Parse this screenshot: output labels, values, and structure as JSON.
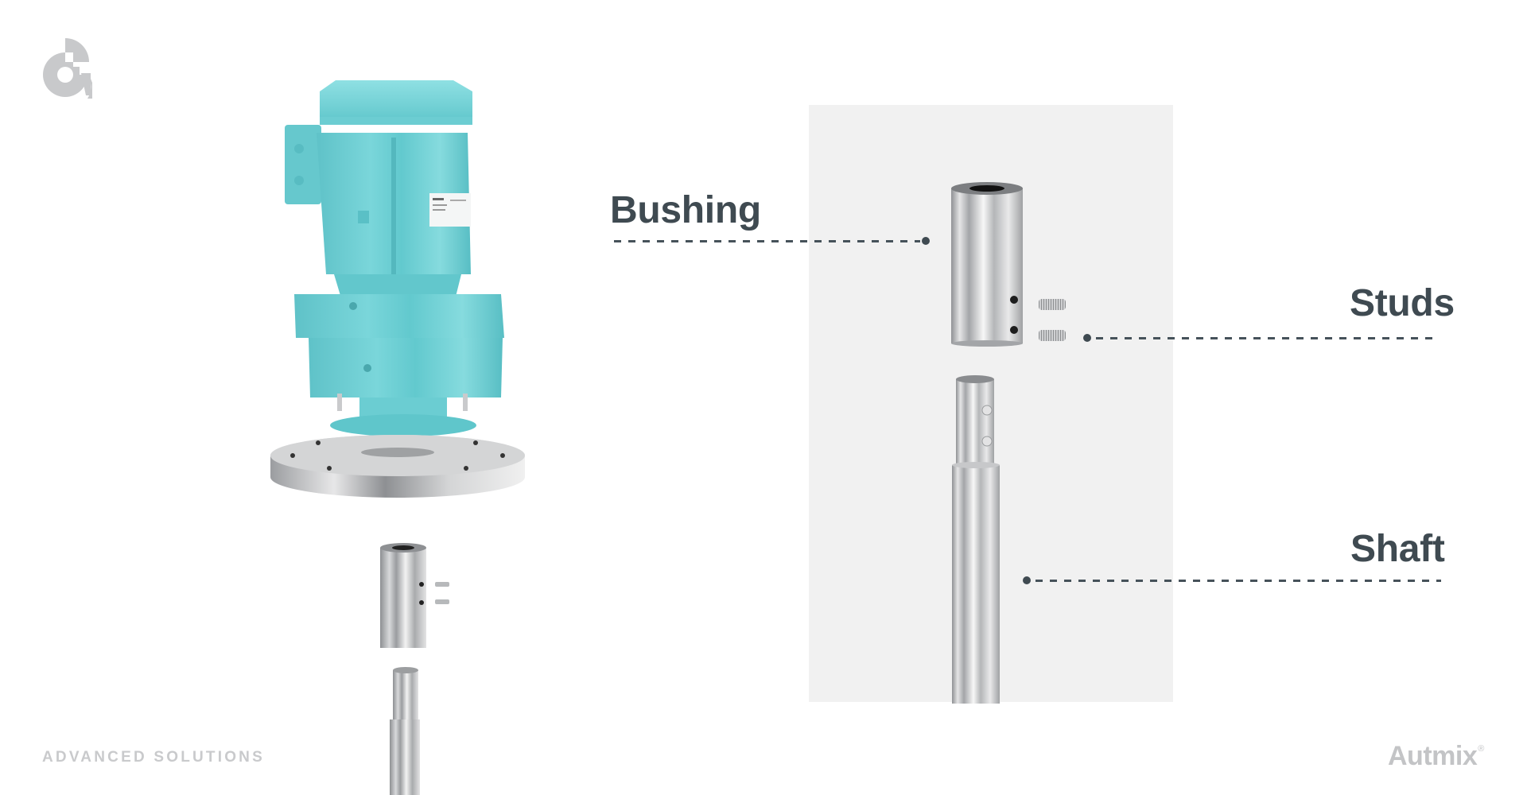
{
  "slide": {
    "tagline": "ADVANCED SOLUTIONS",
    "brand": {
      "name": "Autmix",
      "registered_mark": "®"
    },
    "logo": "autmix-logo-icon"
  },
  "diagram": {
    "subject": "agitator drive exploded view",
    "callouts": [
      {
        "id": "bushing",
        "label": "Bushing",
        "side": "left"
      },
      {
        "id": "studs",
        "label": "Studs",
        "side": "right"
      },
      {
        "id": "shaft",
        "label": "Shaft",
        "side": "right"
      }
    ],
    "components_left": [
      "motor",
      "gearbox",
      "mounting-flange",
      "bushing",
      "studs",
      "shaft"
    ],
    "components_panel": [
      "bushing",
      "studs",
      "shaft"
    ]
  },
  "colors": {
    "background": "#ffffff",
    "panel": "#f1f1f1",
    "label_text": "#3f4a51",
    "callout_line": "#46525a",
    "motor_teal": "#6fd0d5",
    "muted_gray": "#c9cacc"
  }
}
